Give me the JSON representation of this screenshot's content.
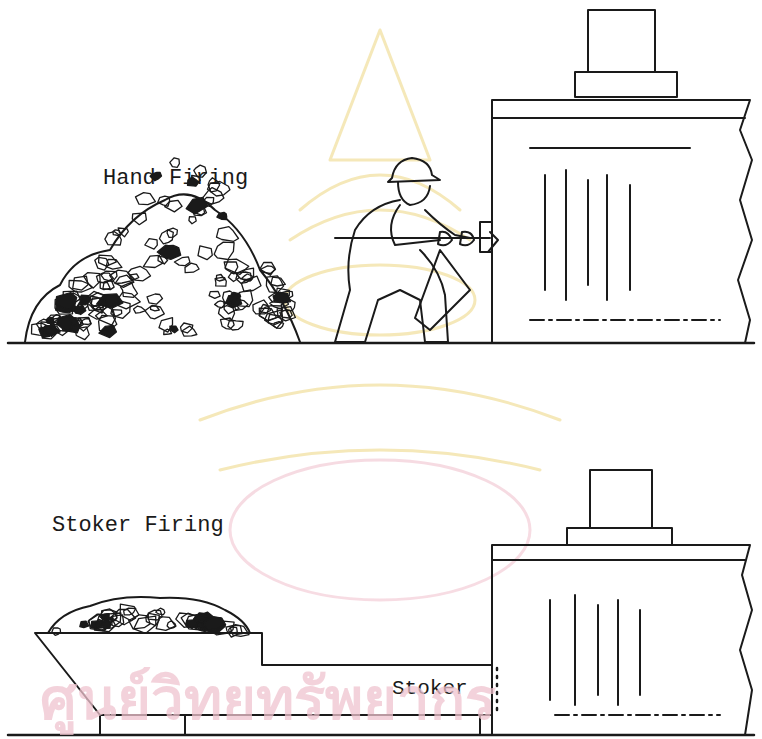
{
  "diagram": {
    "labels": [
      "Hand Firing",
      "Stoker Firing",
      "Stoker",
      "ศูนย์วิทยทรัพยากร"
    ]
  }
}
